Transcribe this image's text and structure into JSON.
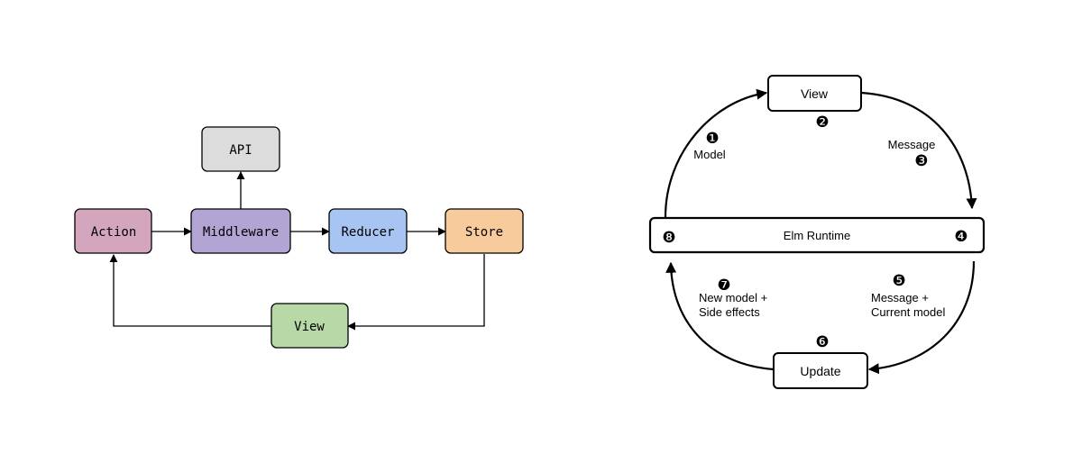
{
  "redux": {
    "api_label": "API",
    "action_label": "Action",
    "middleware_label": "Middleware",
    "reducer_label": "Reducer",
    "store_label": "Store",
    "view_label": "View",
    "colors": {
      "api": "#dcdcdc",
      "action": "#d4a6bd",
      "middleware": "#b3a5d3",
      "reducer": "#a7c4f2",
      "store": "#f8cb9c",
      "view": "#b6d9a7"
    }
  },
  "elm": {
    "view_label": "View",
    "runtime_label": "Elm Runtime",
    "update_label": "Update",
    "steps": {
      "s1": "❶",
      "s2": "❷",
      "s3": "❸",
      "s4": "❹",
      "s5": "❺",
      "s6": "❻",
      "s7": "❼",
      "s8": "❽"
    },
    "edge_labels": {
      "model": "Model",
      "message": "Message",
      "message_current_line1": "Message +",
      "message_current_line2": "Current model",
      "new_model_line1": "New model +",
      "new_model_line2": "Side effects"
    }
  }
}
